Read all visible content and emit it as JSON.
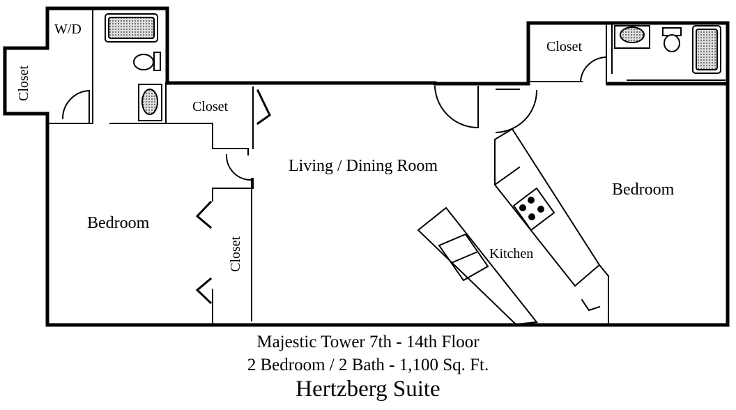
{
  "plan": {
    "labels": {
      "wd": "W/D",
      "closet_left": "Closet",
      "closet_center": "Closet",
      "closet_bedroom_left": "Closet",
      "closet_right": "Closet",
      "living": "Living / Dining Room",
      "bedroom_left": "Bedroom",
      "bedroom_right": "Bedroom",
      "kitchen": "Kitchen"
    }
  },
  "caption": {
    "line1": "Majestic Tower 7th - 14th Floor",
    "line2": "2 Bedroom / 2 Bath - 1,100 Sq. Ft.",
    "title": "Hertzberg Suite"
  }
}
